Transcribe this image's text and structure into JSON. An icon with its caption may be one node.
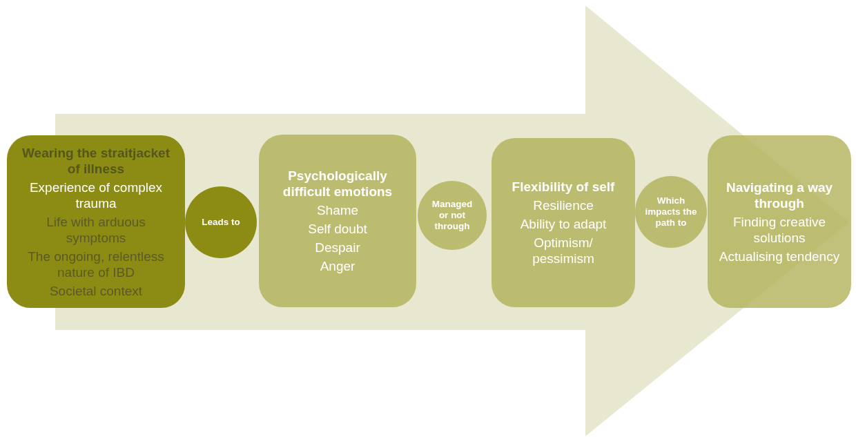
{
  "diagram": {
    "nodes": [
      {
        "text": [
          "Wearing the straitjacket of illness",
          "Experience of complex trauma",
          "Life with arduous symptoms",
          "The ongoing, relentless nature of IBD",
          "Societal context"
        ]
      },
      {
        "text": [
          "Leads to"
        ]
      },
      {
        "text": [
          "Psychologically difficult emotions",
          "Shame",
          "Self doubt",
          "Despair",
          "Anger"
        ]
      },
      {
        "text": [
          "Managed or not through"
        ]
      },
      {
        "text": [
          "Flexibility of self",
          "Resilience",
          "Ability to adapt",
          "Optimism/ pessimism"
        ]
      },
      {
        "text": [
          "Which impacts the path to"
        ]
      },
      {
        "text": [
          "Navigating a way through",
          "Finding creative solutions",
          "Actualising tendency"
        ]
      }
    ],
    "edges": [
      {
        "from": 0,
        "to": 6,
        "arrow": "to"
      }
    ]
  }
}
